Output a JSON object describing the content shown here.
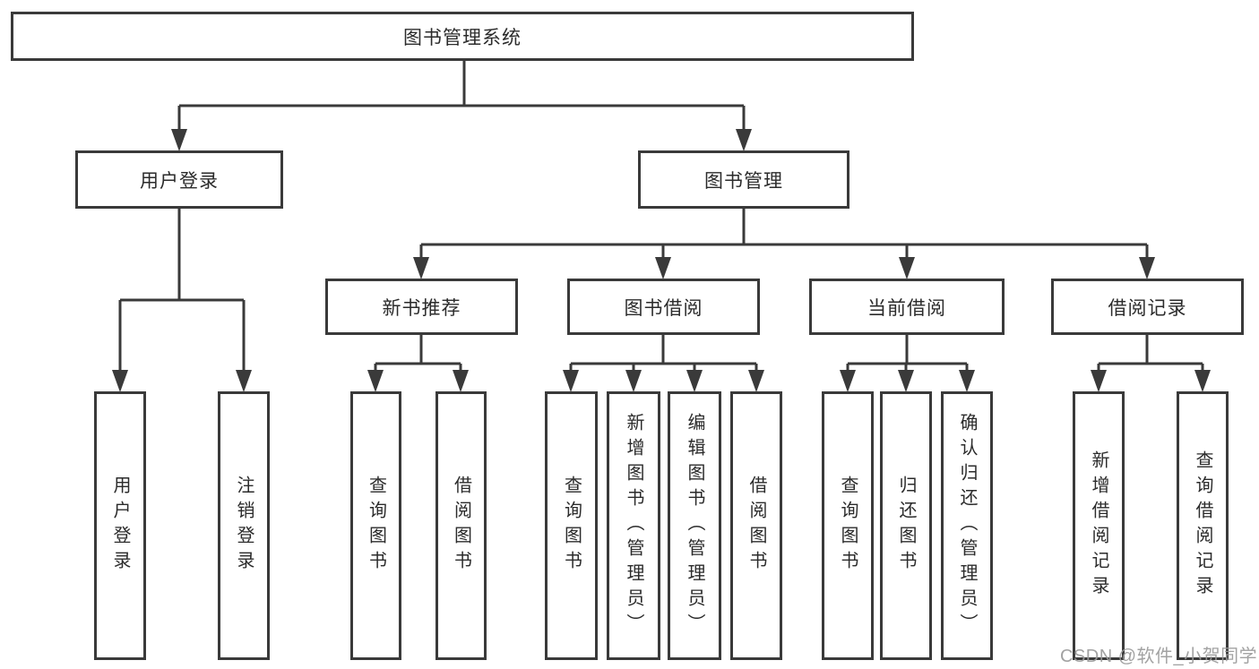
{
  "style": {
    "line_color": "#3a3a3a",
    "box_border_color": "#3a3a3a",
    "text_color": "#2b2b2b",
    "watermark_color": "#9a9a9a"
  },
  "tree": {
    "root": {
      "label": "图书管理系统",
      "children": [
        {
          "label": "用户登录",
          "children": [
            {
              "label": "用户登录"
            },
            {
              "label": "注销登录"
            }
          ]
        },
        {
          "label": "图书管理",
          "children": [
            {
              "label": "新书推荐",
              "children": [
                {
                  "label": "查询图书"
                },
                {
                  "label": "借阅图书"
                }
              ]
            },
            {
              "label": "图书借阅",
              "children": [
                {
                  "label": "查询图书"
                },
                {
                  "label": "新增图书（管理员）"
                },
                {
                  "label": "编辑图书（管理员）"
                },
                {
                  "label": "借阅图书"
                }
              ]
            },
            {
              "label": "当前借阅",
              "children": [
                {
                  "label": "查询图书"
                },
                {
                  "label": "归还图书"
                },
                {
                  "label": "确认归还（管理员）"
                }
              ]
            },
            {
              "label": "借阅记录",
              "children": [
                {
                  "label": "新增借阅记录"
                },
                {
                  "label": "查询借阅记录"
                }
              ]
            }
          ]
        }
      ]
    }
  },
  "watermark": {
    "text": "CSDN @软件_小贺同学"
  }
}
